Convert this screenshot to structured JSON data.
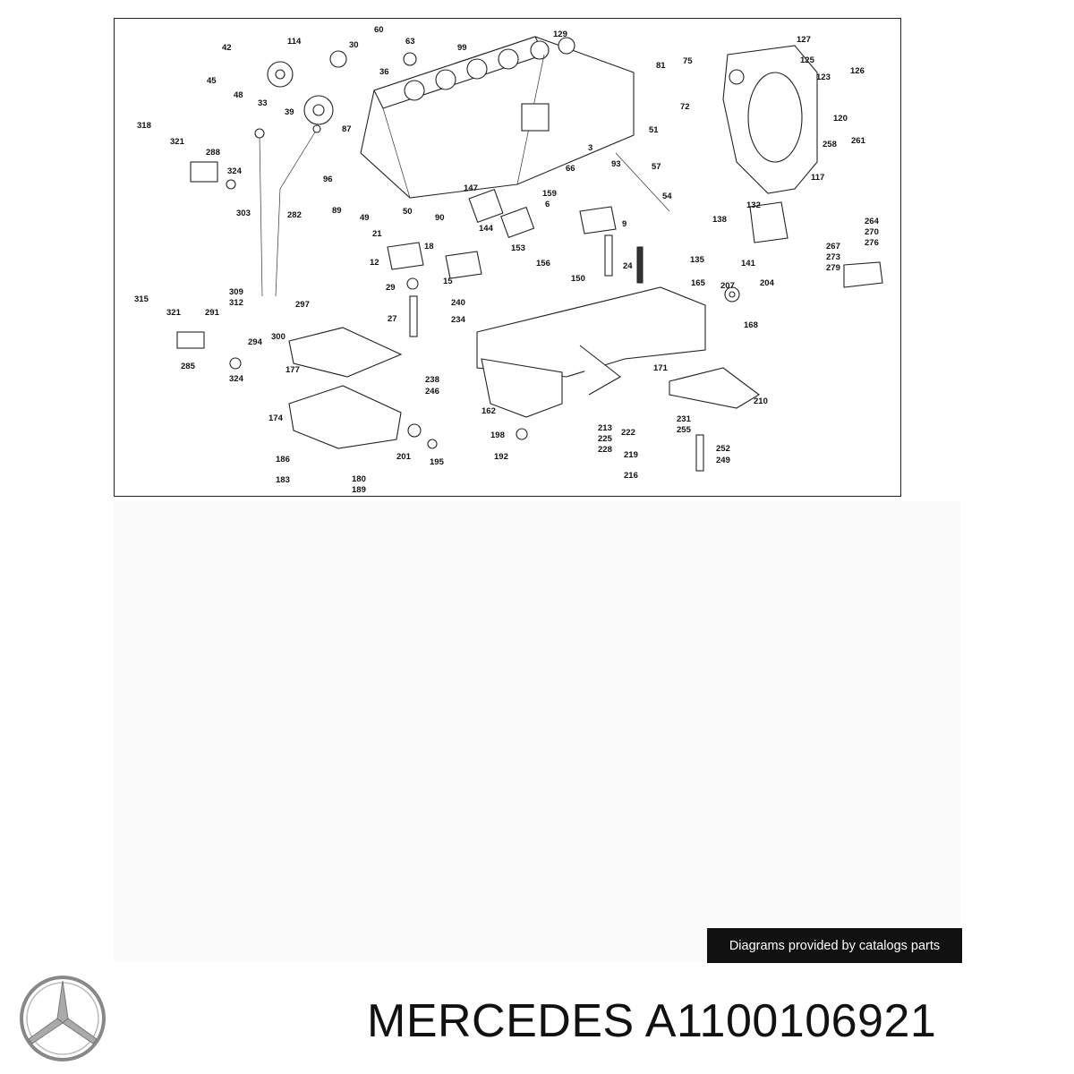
{
  "diagram": {
    "callouts": [
      {
        "id": "c42",
        "text": "42"
      },
      {
        "id": "c114",
        "text": "114"
      },
      {
        "id": "c30",
        "text": "30"
      },
      {
        "id": "c60",
        "text": "60"
      },
      {
        "id": "c63",
        "text": "63"
      },
      {
        "id": "c99",
        "text": "99"
      },
      {
        "id": "c129",
        "text": "129"
      },
      {
        "id": "c45",
        "text": "45"
      },
      {
        "id": "c48",
        "text": "48"
      },
      {
        "id": "c33",
        "text": "33"
      },
      {
        "id": "c39",
        "text": "39"
      },
      {
        "id": "c36",
        "text": "36"
      },
      {
        "id": "c81",
        "text": "81"
      },
      {
        "id": "c75",
        "text": "75"
      },
      {
        "id": "c72",
        "text": "72"
      },
      {
        "id": "c127",
        "text": "127"
      },
      {
        "id": "c125",
        "text": "125"
      },
      {
        "id": "c126",
        "text": "126"
      },
      {
        "id": "c123",
        "text": "123"
      },
      {
        "id": "c120",
        "text": "120"
      },
      {
        "id": "c318",
        "text": "318"
      },
      {
        "id": "c321a",
        "text": "321"
      },
      {
        "id": "c288",
        "text": "288"
      },
      {
        "id": "c87",
        "text": "87"
      },
      {
        "id": "c51",
        "text": "51"
      },
      {
        "id": "c3",
        "text": "3"
      },
      {
        "id": "c258",
        "text": "258"
      },
      {
        "id": "c261",
        "text": "261"
      },
      {
        "id": "c324a",
        "text": "324"
      },
      {
        "id": "c96",
        "text": "96"
      },
      {
        "id": "c66",
        "text": "66"
      },
      {
        "id": "c93",
        "text": "93"
      },
      {
        "id": "c57",
        "text": "57"
      },
      {
        "id": "c117",
        "text": "117"
      },
      {
        "id": "c147",
        "text": "147"
      },
      {
        "id": "c159",
        "text": "159"
      },
      {
        "id": "c6",
        "text": "6"
      },
      {
        "id": "c54",
        "text": "54"
      },
      {
        "id": "c89",
        "text": "89"
      },
      {
        "id": "c303",
        "text": "303"
      },
      {
        "id": "c282",
        "text": "282"
      },
      {
        "id": "c49",
        "text": "49"
      },
      {
        "id": "c50",
        "text": "50"
      },
      {
        "id": "c90",
        "text": "90"
      },
      {
        "id": "c132",
        "text": "132"
      },
      {
        "id": "c144",
        "text": "144"
      },
      {
        "id": "c9",
        "text": "9"
      },
      {
        "id": "c138",
        "text": "138"
      },
      {
        "id": "c264",
        "text": "264"
      },
      {
        "id": "c270",
        "text": "270"
      },
      {
        "id": "c276",
        "text": "276"
      },
      {
        "id": "c21",
        "text": "21"
      },
      {
        "id": "c18",
        "text": "18"
      },
      {
        "id": "c153",
        "text": "153"
      },
      {
        "id": "c267",
        "text": "267"
      },
      {
        "id": "c273",
        "text": "273"
      },
      {
        "id": "c279",
        "text": "279"
      },
      {
        "id": "c135",
        "text": "135"
      },
      {
        "id": "c141",
        "text": "141"
      },
      {
        "id": "c12",
        "text": "12"
      },
      {
        "id": "c156",
        "text": "156"
      },
      {
        "id": "c24",
        "text": "24"
      },
      {
        "id": "c15",
        "text": "15"
      },
      {
        "id": "c150",
        "text": "150"
      },
      {
        "id": "c165",
        "text": "165"
      },
      {
        "id": "c207",
        "text": "207"
      },
      {
        "id": "c204",
        "text": "204"
      },
      {
        "id": "c29",
        "text": "29"
      },
      {
        "id": "c309",
        "text": "309"
      },
      {
        "id": "c312",
        "text": "312"
      },
      {
        "id": "c315",
        "text": "315"
      },
      {
        "id": "c321b",
        "text": "321"
      },
      {
        "id": "c291",
        "text": "291"
      },
      {
        "id": "c240",
        "text": "240"
      },
      {
        "id": "c297",
        "text": "297"
      },
      {
        "id": "c234",
        "text": "234"
      },
      {
        "id": "c27",
        "text": "27"
      },
      {
        "id": "c168",
        "text": "168"
      },
      {
        "id": "c294",
        "text": "294"
      },
      {
        "id": "c300",
        "text": "300"
      },
      {
        "id": "c285",
        "text": "285"
      },
      {
        "id": "c177",
        "text": "177"
      },
      {
        "id": "c171",
        "text": "171"
      },
      {
        "id": "c324b",
        "text": "324"
      },
      {
        "id": "c238",
        "text": "238"
      },
      {
        "id": "c246",
        "text": "246"
      },
      {
        "id": "c210",
        "text": "210"
      },
      {
        "id": "c162",
        "text": "162"
      },
      {
        "id": "c174",
        "text": "174"
      },
      {
        "id": "c231",
        "text": "231"
      },
      {
        "id": "c255",
        "text": "255"
      },
      {
        "id": "c213",
        "text": "213"
      },
      {
        "id": "c225",
        "text": "225"
      },
      {
        "id": "c228",
        "text": "228"
      },
      {
        "id": "c198",
        "text": "198"
      },
      {
        "id": "c222",
        "text": "222"
      },
      {
        "id": "c252",
        "text": "252"
      },
      {
        "id": "c249",
        "text": "249"
      },
      {
        "id": "c201",
        "text": "201"
      },
      {
        "id": "c195",
        "text": "195"
      },
      {
        "id": "c192",
        "text": "192"
      },
      {
        "id": "c219",
        "text": "219"
      },
      {
        "id": "c186",
        "text": "186"
      },
      {
        "id": "c180",
        "text": "180"
      },
      {
        "id": "c189",
        "text": "189"
      },
      {
        "id": "c183",
        "text": "183"
      },
      {
        "id": "c216",
        "text": "216"
      }
    ]
  },
  "credit": {
    "text": "Diagrams provided by catalogs parts"
  },
  "title": {
    "text": "MERCEDES A1100106921"
  }
}
